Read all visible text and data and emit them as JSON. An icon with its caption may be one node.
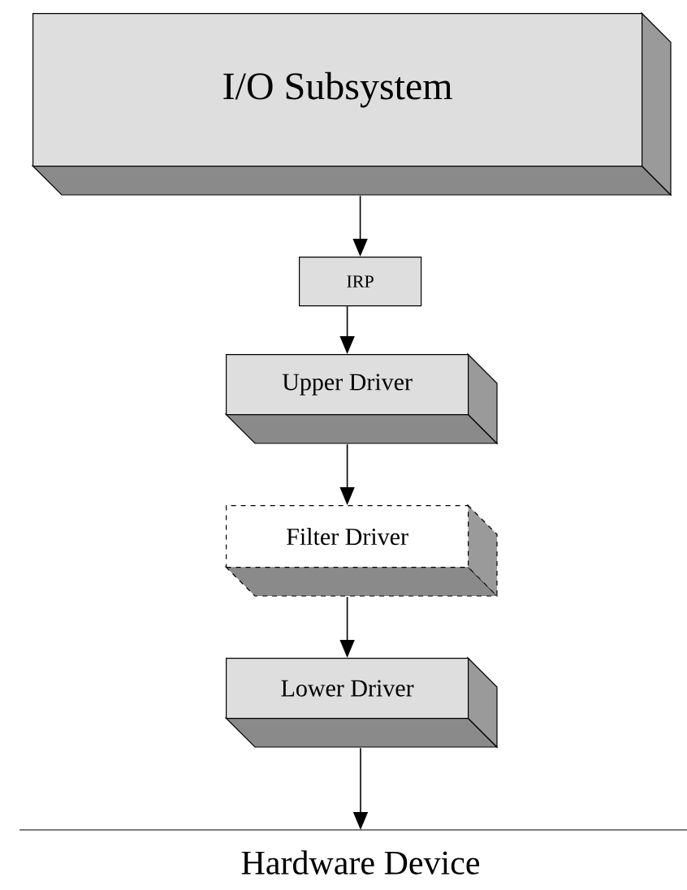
{
  "diagram": {
    "nodes": [
      {
        "text": [
          "I/O Subsystem"
        ]
      },
      {
        "text": [
          "IRP"
        ]
      },
      {
        "text": [
          "Upper Driver"
        ]
      },
      {
        "text": [
          "Filter Driver"
        ]
      },
      {
        "text": [
          "Lower Driver"
        ]
      },
      {
        "text": [
          "Hardware Device"
        ]
      }
    ],
    "edges": [
      {
        "from": 0,
        "to": 1,
        "arrow": "to"
      },
      {
        "from": 1,
        "to": 2,
        "arrow": "to"
      },
      {
        "from": 2,
        "to": 3,
        "arrow": "to"
      },
      {
        "from": 3,
        "to": 4,
        "arrow": "to"
      },
      {
        "from": 4,
        "to": 5,
        "arrow": "to"
      }
    ]
  }
}
